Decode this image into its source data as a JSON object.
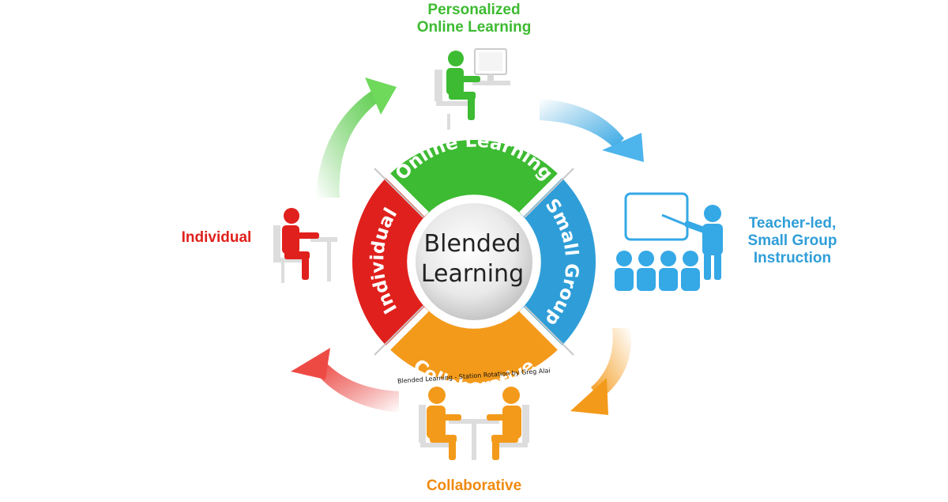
{
  "center": {
    "line1": "Blended",
    "line2": "Learning"
  },
  "ring_segments": {
    "online": "Online Learning",
    "small_group": "Small Group",
    "collaborative": "Collaborative",
    "individual": "Individual"
  },
  "credit": "Blended Learning - Station Rotation by Greg Alai",
  "stations": {
    "online": {
      "line1": "Personalized",
      "line2": "Online Learning"
    },
    "teacher": {
      "line1": "Teacher-led,",
      "line2": "Small Group",
      "line3": "Instruction"
    },
    "individual": "Individual",
    "collaborative": "Collaborative"
  },
  "colors": {
    "green": "#3dbb32",
    "blue": "#2f9ed8",
    "orange": "#f39a1b",
    "red": "#e0201c",
    "center": "#e6e6e6"
  }
}
